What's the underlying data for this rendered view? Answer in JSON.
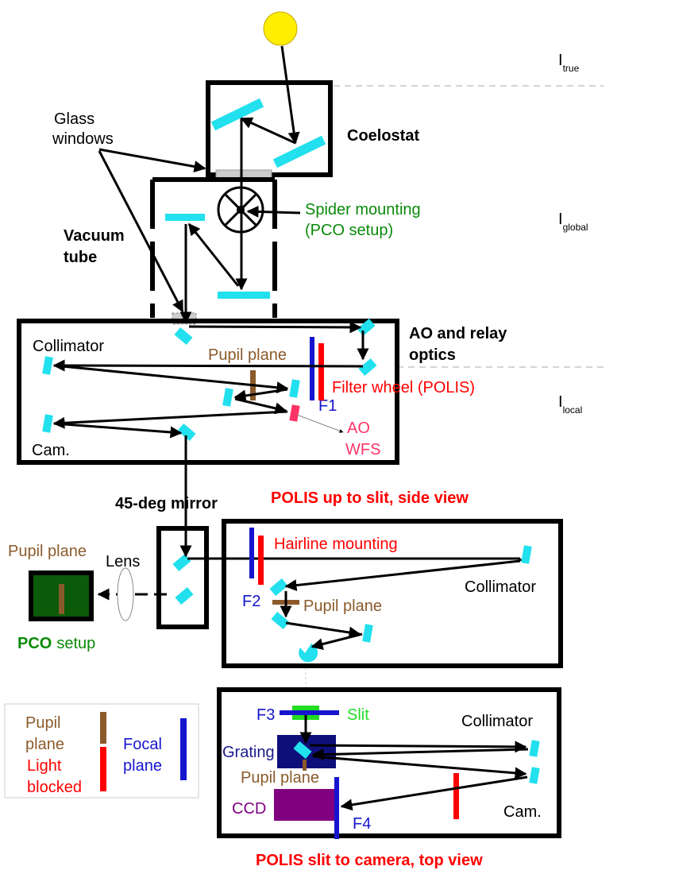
{
  "intensity": {
    "i_true": "I",
    "i_true_sub": "true",
    "i_global": "I",
    "i_global_sub": "global",
    "i_local": "I",
    "i_local_sub": "local"
  },
  "coelostat": {
    "title": "Coelostat",
    "glass_windows_1": "Glass",
    "glass_windows_2": "windows"
  },
  "vacuum": {
    "label_1": "Vacuum",
    "label_2": "tube",
    "spider_1": "Spider mounting",
    "spider_2": "(PCO setup)"
  },
  "ao": {
    "title_1": "AO and relay",
    "title_2": "optics",
    "collimator": "Collimator",
    "pupil_plane": "Pupil plane",
    "filter_wheel": "Filter wheel (POLIS)",
    "f1": "F1",
    "ao_wfs_1": "AO",
    "ao_wfs_2": "WFS",
    "cam": "Cam."
  },
  "pco": {
    "mirror_45": "45-deg mirror",
    "pupil_plane": "Pupil plane",
    "lens": "Lens",
    "pco_bold": "PCO",
    "setup": "setup"
  },
  "polis_side": {
    "title": "POLIS up to slit, side view",
    "hairline": "Hairline mounting",
    "collimator": "Collimator",
    "f2": "F2",
    "pupil_plane": "Pupil plane"
  },
  "polis_top": {
    "title": "POLIS slit to camera, top view",
    "f3": "F3",
    "slit": "Slit",
    "collimator": "Collimator",
    "grating": "Grating",
    "pupil_plane": "Pupil plane",
    "ccd": "CCD",
    "f4": "F4",
    "cam": "Cam."
  },
  "legend": {
    "pupil_1": "Pupil",
    "pupil_2": "plane",
    "light_1": "Light",
    "light_2": "blocked",
    "focal_1": "Focal",
    "focal_2": "plane"
  },
  "colors": {
    "mirror": "#22e0ee",
    "pupil": "#8b5a2b",
    "blocked": "#ff0000",
    "focal": "#1515d0",
    "sun": "#ffee00"
  }
}
